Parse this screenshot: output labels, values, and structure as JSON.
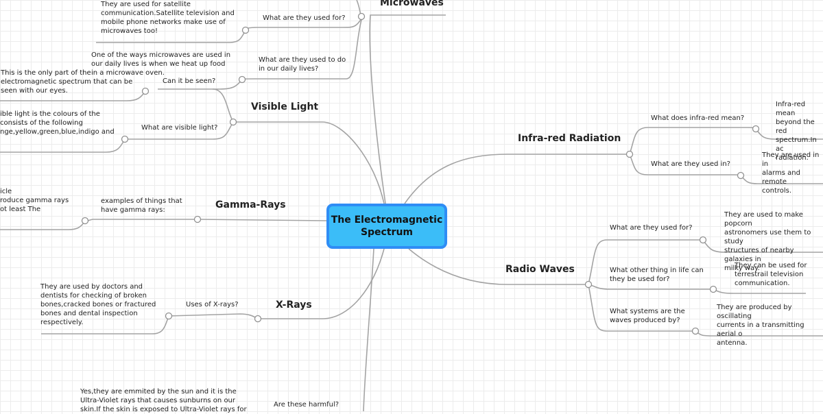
{
  "central": {
    "title": "The Electromagnetic\nSpectrum"
  },
  "topics": {
    "microwaves": "Microwaves",
    "visible_light": "Visible Light",
    "gamma_rays": "Gamma-Rays",
    "x_rays": "X-Rays",
    "infrared": "Infra-red Radiation",
    "radio_waves": "Radio Waves"
  },
  "questions": {
    "mw_used_for": "What are they used for?",
    "mw_daily": "What are they used to do\nin our daily lives?",
    "vl_seen": "Can it be seen?",
    "vl_what": "What are visible light?",
    "gr_examples": "examples of things that\nhave gamma rays:",
    "xr_uses": "Uses of X-rays?",
    "uv_harmful": "Are these harmful?",
    "ir_mean": "What does infra-red mean?",
    "ir_used_in": "What are they used in?",
    "rw_used_for": "What are they used for?",
    "rw_other": "What other thing in life can\nthey be used for?",
    "rw_systems": "What systems are the\nwaves produced by?"
  },
  "answers": {
    "mw_used_for": "They are used for satellite\ncommunication.Satellite television and\nmobile phone networks make use of\nmicrowaves too!",
    "mw_daily": "One of the ways microwaves are used in\nour daily lives is when we heat up food\nin a microwave oven.",
    "vl_seen": "This is the only part of the\nelectromagnetic spectrum that can be\nseen with our eyes.",
    "vl_what": "ible light is the colours of the\nconsists of the following\nnge,yellow,green,blue,indigo and",
    "gr_examples": "icle\nroduce gamma rays\not least The",
    "xr_uses": "They are used by doctors and\ndentists for checking of broken\nbones,cracked bones or fractured\nbones and dental inspection\nrespectively.",
    "uv_harmful": "Yes,they are emmited by the sun and it is the\nUltra-Violet rays that causes sunburns on our\nskin.If the skin is exposed to Ultra-Violet rays for",
    "ir_mean": "Infra-red mean\nbeyond the red\nspectrum.In ac\nradiation.",
    "ir_used_in": "They are used in in\nalarms and remote\ncontrols.",
    "rw_used_for": "They are used to make popcorn\nastronomers use them to study\nstructures of nearby galaxies in\nmilky way.",
    "rw_other": "They can be used for\nterrestrail television\ncommunication.",
    "rw_systems": "They are produced by oscillating\ncurrents in a transmitting aerial o\nantenna."
  },
  "colors": {
    "line": "#999999",
    "central_fill": "#3bbdf8",
    "central_border": "#2f8df5"
  }
}
